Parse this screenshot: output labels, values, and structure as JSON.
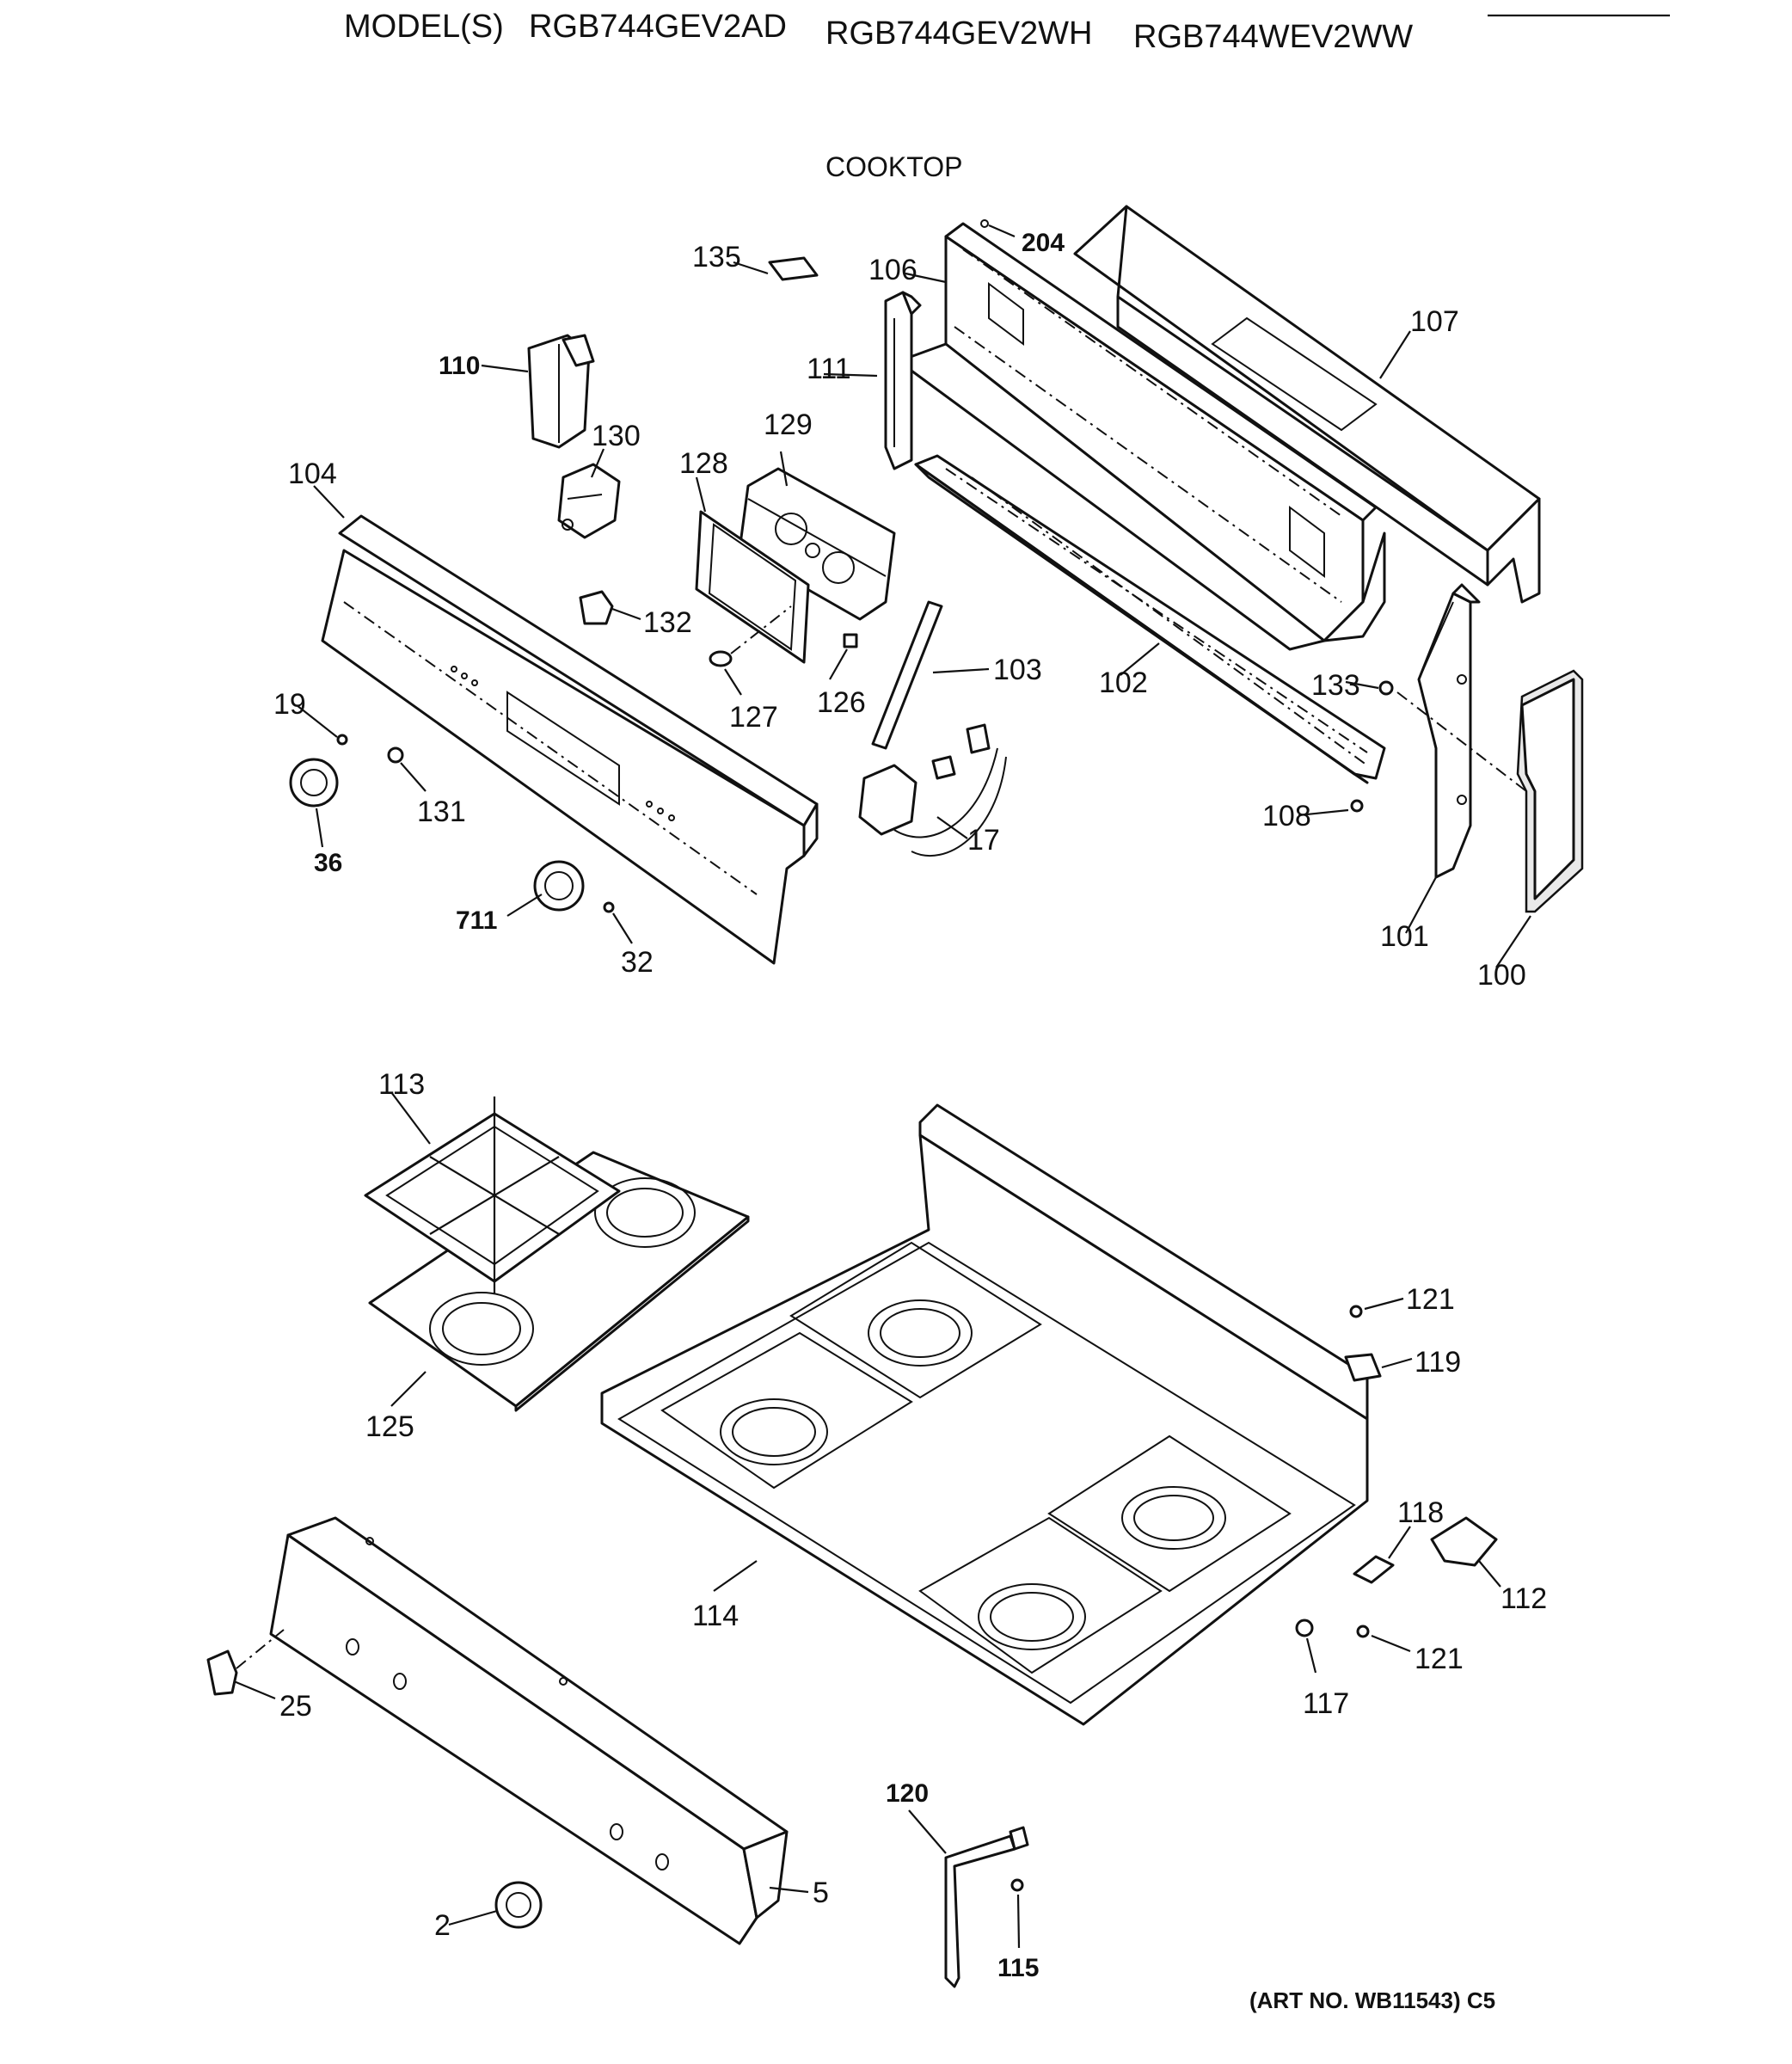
{
  "header": {
    "models_prefix": "MODEL(S)",
    "models": [
      "RGB744GEV2AD",
      "RGB744GEV2WH",
      "RGB744WEV2WW"
    ]
  },
  "section_title": "COOKTOP",
  "art_number": "(ART NO. WB11543) C5",
  "callouts": {
    "c204": "204",
    "c135": "135",
    "c106": "106",
    "c107": "107",
    "c110": "110",
    "c111": "111",
    "c130": "130",
    "c129": "129",
    "c128": "128",
    "c104": "104",
    "c132": "132",
    "c103": "103",
    "c102": "102",
    "c133": "133",
    "c127": "127",
    "c126": "126",
    "c19": "19",
    "c36": "36",
    "c131": "131",
    "c17": "17",
    "c108": "108",
    "c711": "711",
    "c32": "32",
    "c101": "101",
    "c100": "100",
    "c113": "113",
    "c121a": "121",
    "c119": "119",
    "c125": "125",
    "c118": "118",
    "c112": "112",
    "c114": "114",
    "c121b": "121",
    "c117": "117",
    "c25": "25",
    "c120": "120",
    "c5": "5",
    "c2": "2",
    "c115": "115"
  }
}
